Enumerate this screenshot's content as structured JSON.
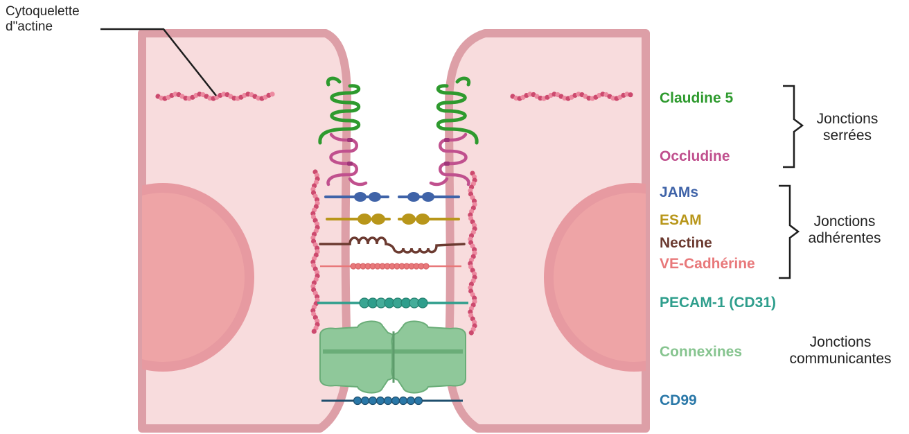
{
  "callout": {
    "line1": "Cytoquelette",
    "line2": "d\"actine"
  },
  "proteins": [
    {
      "key": "claudine",
      "label": "Claudine 5",
      "color": "#2e9a2e"
    },
    {
      "key": "occludine",
      "label": "Occludine",
      "color": "#c0508e"
    },
    {
      "key": "jams",
      "label": "JAMs",
      "color": "#3f63a8"
    },
    {
      "key": "esam",
      "label": "ESAM",
      "color": "#b8961a"
    },
    {
      "key": "nectine",
      "label": "Nectine",
      "color": "#6b3a30"
    },
    {
      "key": "vecad",
      "label": "VE-Cadhérine",
      "color": "#e8787a"
    },
    {
      "key": "pecam",
      "label": "PECAM-1 (CD31)",
      "color": "#2e9e8c"
    },
    {
      "key": "connexines",
      "label": "Connexines",
      "color": "#86c48f"
    },
    {
      "key": "cd99",
      "label": "CD99",
      "color": "#2a78a8"
    }
  ],
  "groups": {
    "serrees": [
      "Jonctions",
      "serrées"
    ],
    "adherentes": [
      "Jonctions",
      "adhérentes"
    ],
    "communicantes": [
      "Jonctions",
      "communicantes"
    ]
  },
  "colors": {
    "cytoplasm": "#f8dcdd",
    "membrane": "#dd9fa7",
    "nucleus": "#eea4a6",
    "nucleus_rim": "#e79aa1",
    "actin_dark": "#cc4a6e",
    "actin_light": "#ec8aa0"
  }
}
